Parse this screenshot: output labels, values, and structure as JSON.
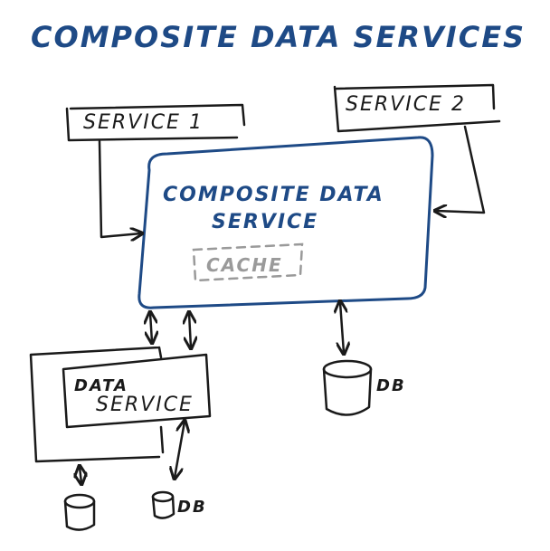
{
  "title": "COMPOSITE DATA SERVICES",
  "service1": {
    "label": "SERVICE 1"
  },
  "service2": {
    "label": "SERVICE 2"
  },
  "composite": {
    "line1": "COMPOSITE DATA",
    "line2": "SERVICE",
    "cache": "CACHE"
  },
  "data_service": {
    "line1": "DATA",
    "line2": "SERVICE"
  },
  "db_labels": {
    "right": "DB",
    "bottom": "DB"
  },
  "colors": {
    "blue_ink": "#1e4a86",
    "black_ink": "#1a1a1a",
    "grey_ink": "#9a9a9a"
  }
}
